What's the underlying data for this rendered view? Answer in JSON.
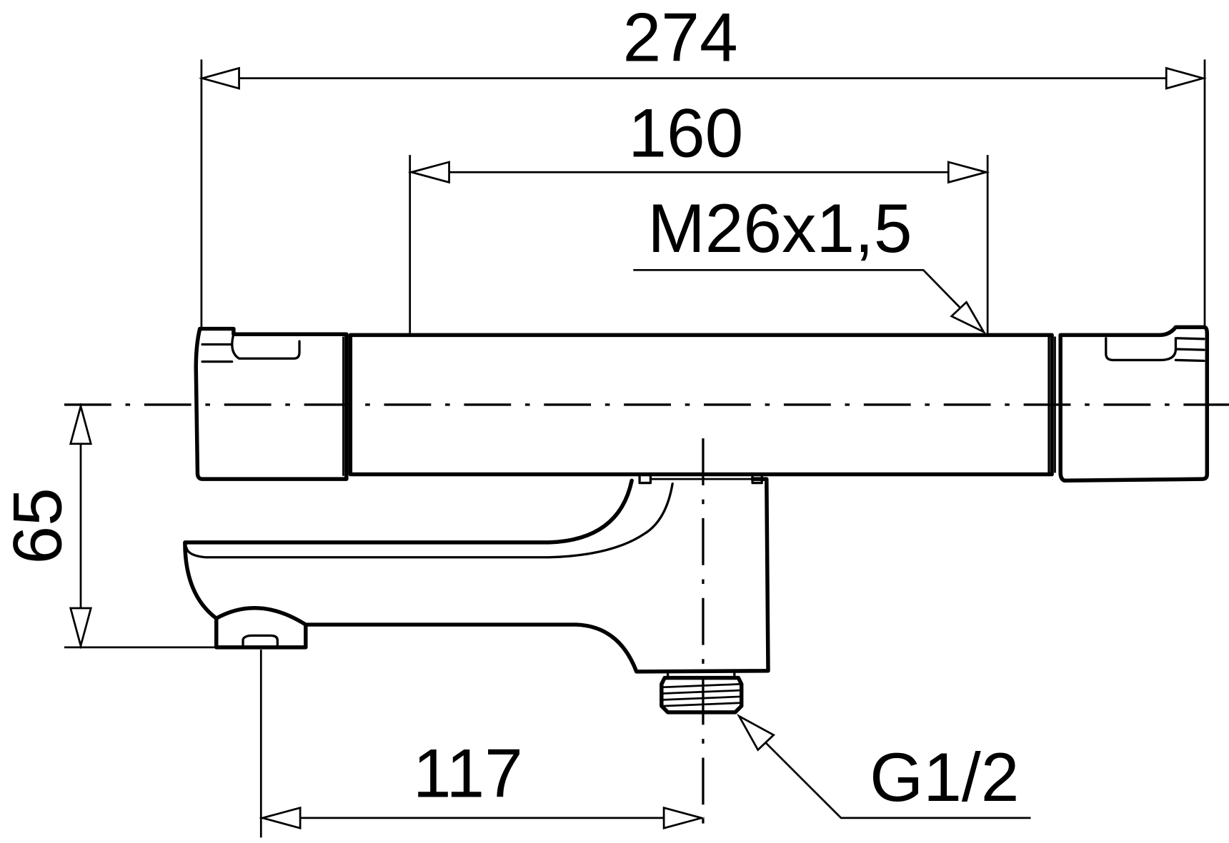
{
  "drawing": {
    "dimensions": {
      "overall_width": "274",
      "body_length": "160",
      "height_offset": "65",
      "outlet_distance": "117"
    },
    "callouts": {
      "body_thread": "M26x1,5",
      "inlet_thread": "G1/2"
    },
    "colors": {
      "line": "#000000",
      "background": "#ffffff"
    }
  }
}
